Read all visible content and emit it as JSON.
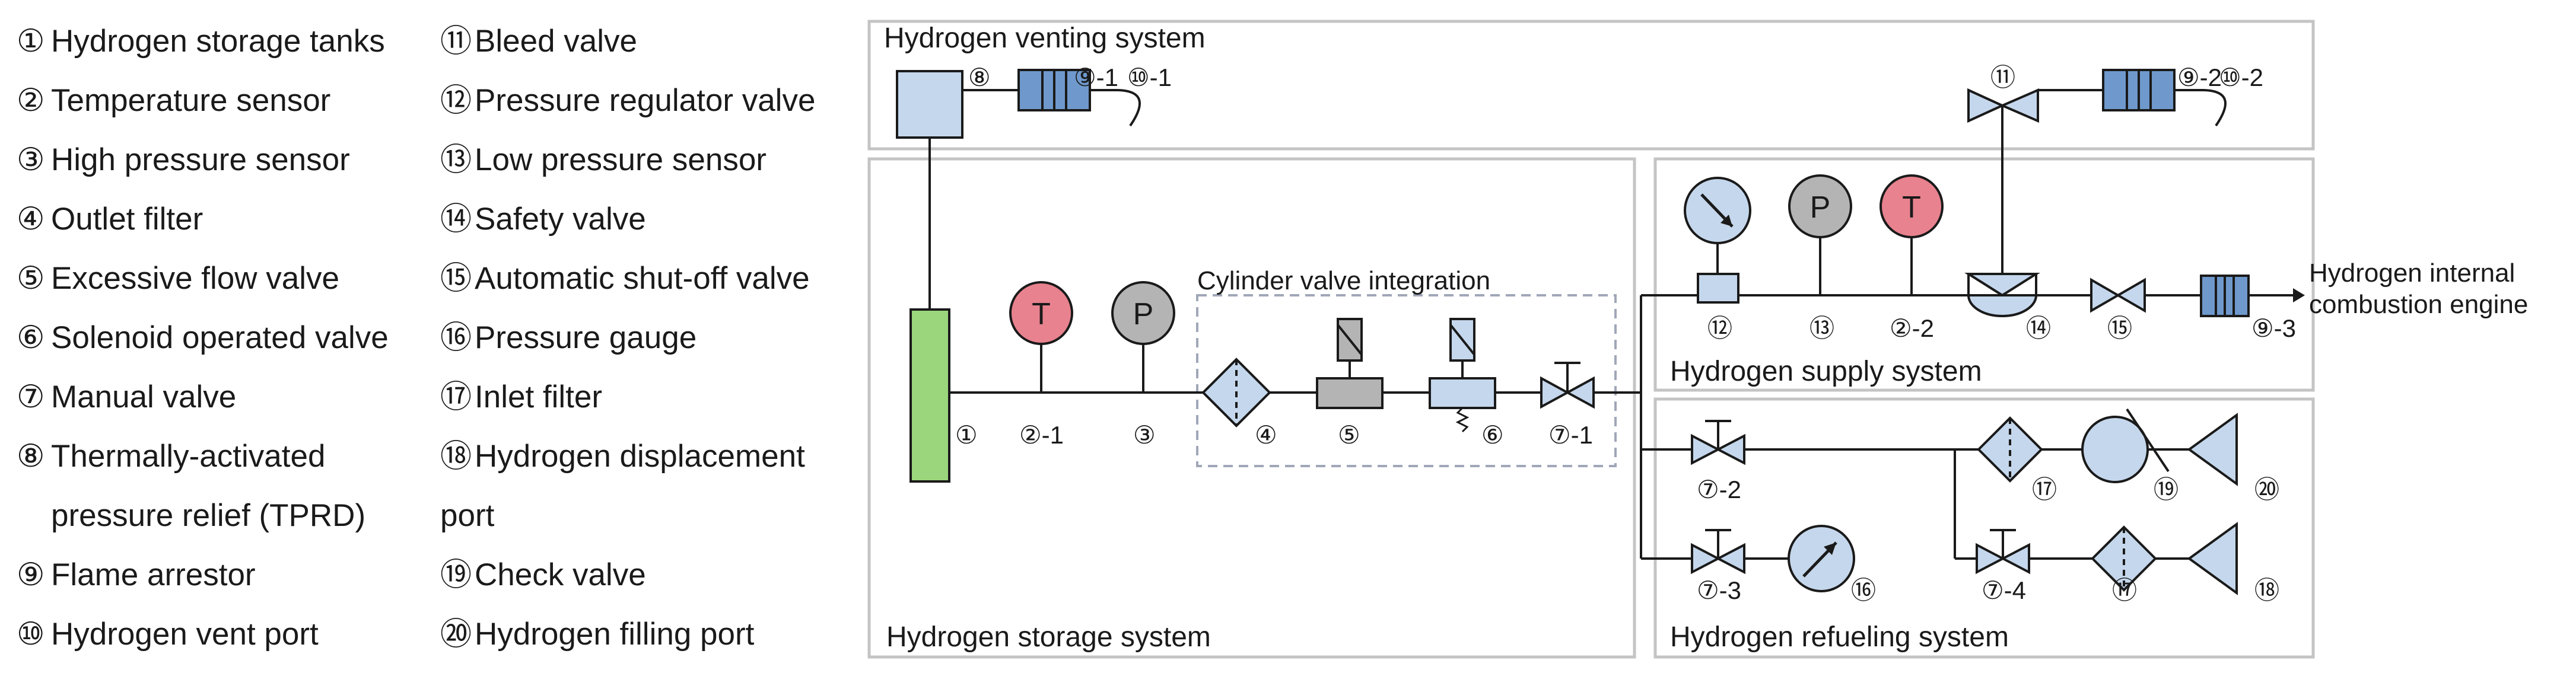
{
  "legend": {
    "items": [
      {
        "num": "①",
        "label": "Hydrogen storage tanks"
      },
      {
        "num": "②",
        "label": "Temperature sensor"
      },
      {
        "num": "③",
        "label": "High pressure sensor"
      },
      {
        "num": "④",
        "label": "Outlet filter"
      },
      {
        "num": "⑤",
        "label": "Excessive flow valve"
      },
      {
        "num": "⑥",
        "label": "Solenoid operated valve"
      },
      {
        "num": "⑦",
        "label": "Manual valve"
      },
      {
        "num": "⑧",
        "label": "Thermally-activated"
      },
      {
        "num": "",
        "label": "pressure relief (TPRD)"
      },
      {
        "num": "⑨",
        "label": "Flame arrestor"
      },
      {
        "num": "⑩",
        "label": "Hydrogen vent port"
      },
      {
        "num": "⑪",
        "label": "Bleed valve"
      },
      {
        "num": "⑫",
        "label": "Pressure regulator valve"
      },
      {
        "num": "⑬",
        "label": "Low pressure sensor"
      },
      {
        "num": "⑭",
        "label": "Safety valve"
      },
      {
        "num": "⑮",
        "label": "Automatic shut-off valve"
      },
      {
        "num": "⑯",
        "label": "Pressure gauge"
      },
      {
        "num": "⑰",
        "label": "Inlet filter"
      },
      {
        "num": "⑱",
        "label": "Hydrogen displacement"
      },
      {
        "num": "",
        "label": "port"
      },
      {
        "num": "⑲",
        "label": "Check valve"
      },
      {
        "num": "⑳",
        "label": "Hydrogen filling port"
      }
    ]
  },
  "systems": {
    "venting": "Hydrogen venting system",
    "storage": "Hydrogen storage system",
    "supply": "Hydrogen supply system",
    "refueling": "Hydrogen refueling system",
    "cylinder_valve": "Cylinder valve integration"
  },
  "sensor_letters": {
    "temperature": "T",
    "pressure": "P"
  },
  "output_label": [
    "Hydrogen internal",
    "combustion engine"
  ],
  "tags": {
    "tprd": "⑧",
    "arrestor_vent_1": "⑨-1",
    "vent_port_1": "⑩-1",
    "bleed_valve": "⑪",
    "arrestor_vent_2": "⑨-2",
    "vent_port_2": "⑩-2",
    "tank": "①",
    "temp_sensor_1": "②-1",
    "high_pressure": "③",
    "outlet_filter": "④",
    "excess_flow": "⑤",
    "solenoid": "⑥",
    "manual_1": "⑦-1",
    "regulator": "⑫",
    "low_pressure": "⑬",
    "temp_sensor_2": "②-2",
    "safety_valve": "⑭",
    "auto_shutoff": "⑮",
    "arrestor_3": "⑨-3",
    "manual_2": "⑦-2",
    "inlet_filter_1": "⑰",
    "check_valve": "⑲",
    "filling_port": "⑳",
    "manual_3": "⑦-3",
    "pressure_gauge": "⑯",
    "manual_4": "⑦-4",
    "inlet_filter_2": "⑰",
    "displacement_port": "⑱"
  },
  "colors": {
    "component_fill": "#c5d7ec",
    "arrestor_fill": "#6f99cc",
    "tank_fill": "#9bd67c",
    "temperature_fill": "#e8828f",
    "pressure_fill": "#b4b4b4",
    "box_border": "#c4c4c4",
    "dashed_border": "#a0a7b8",
    "line": "#1a1a1a"
  }
}
